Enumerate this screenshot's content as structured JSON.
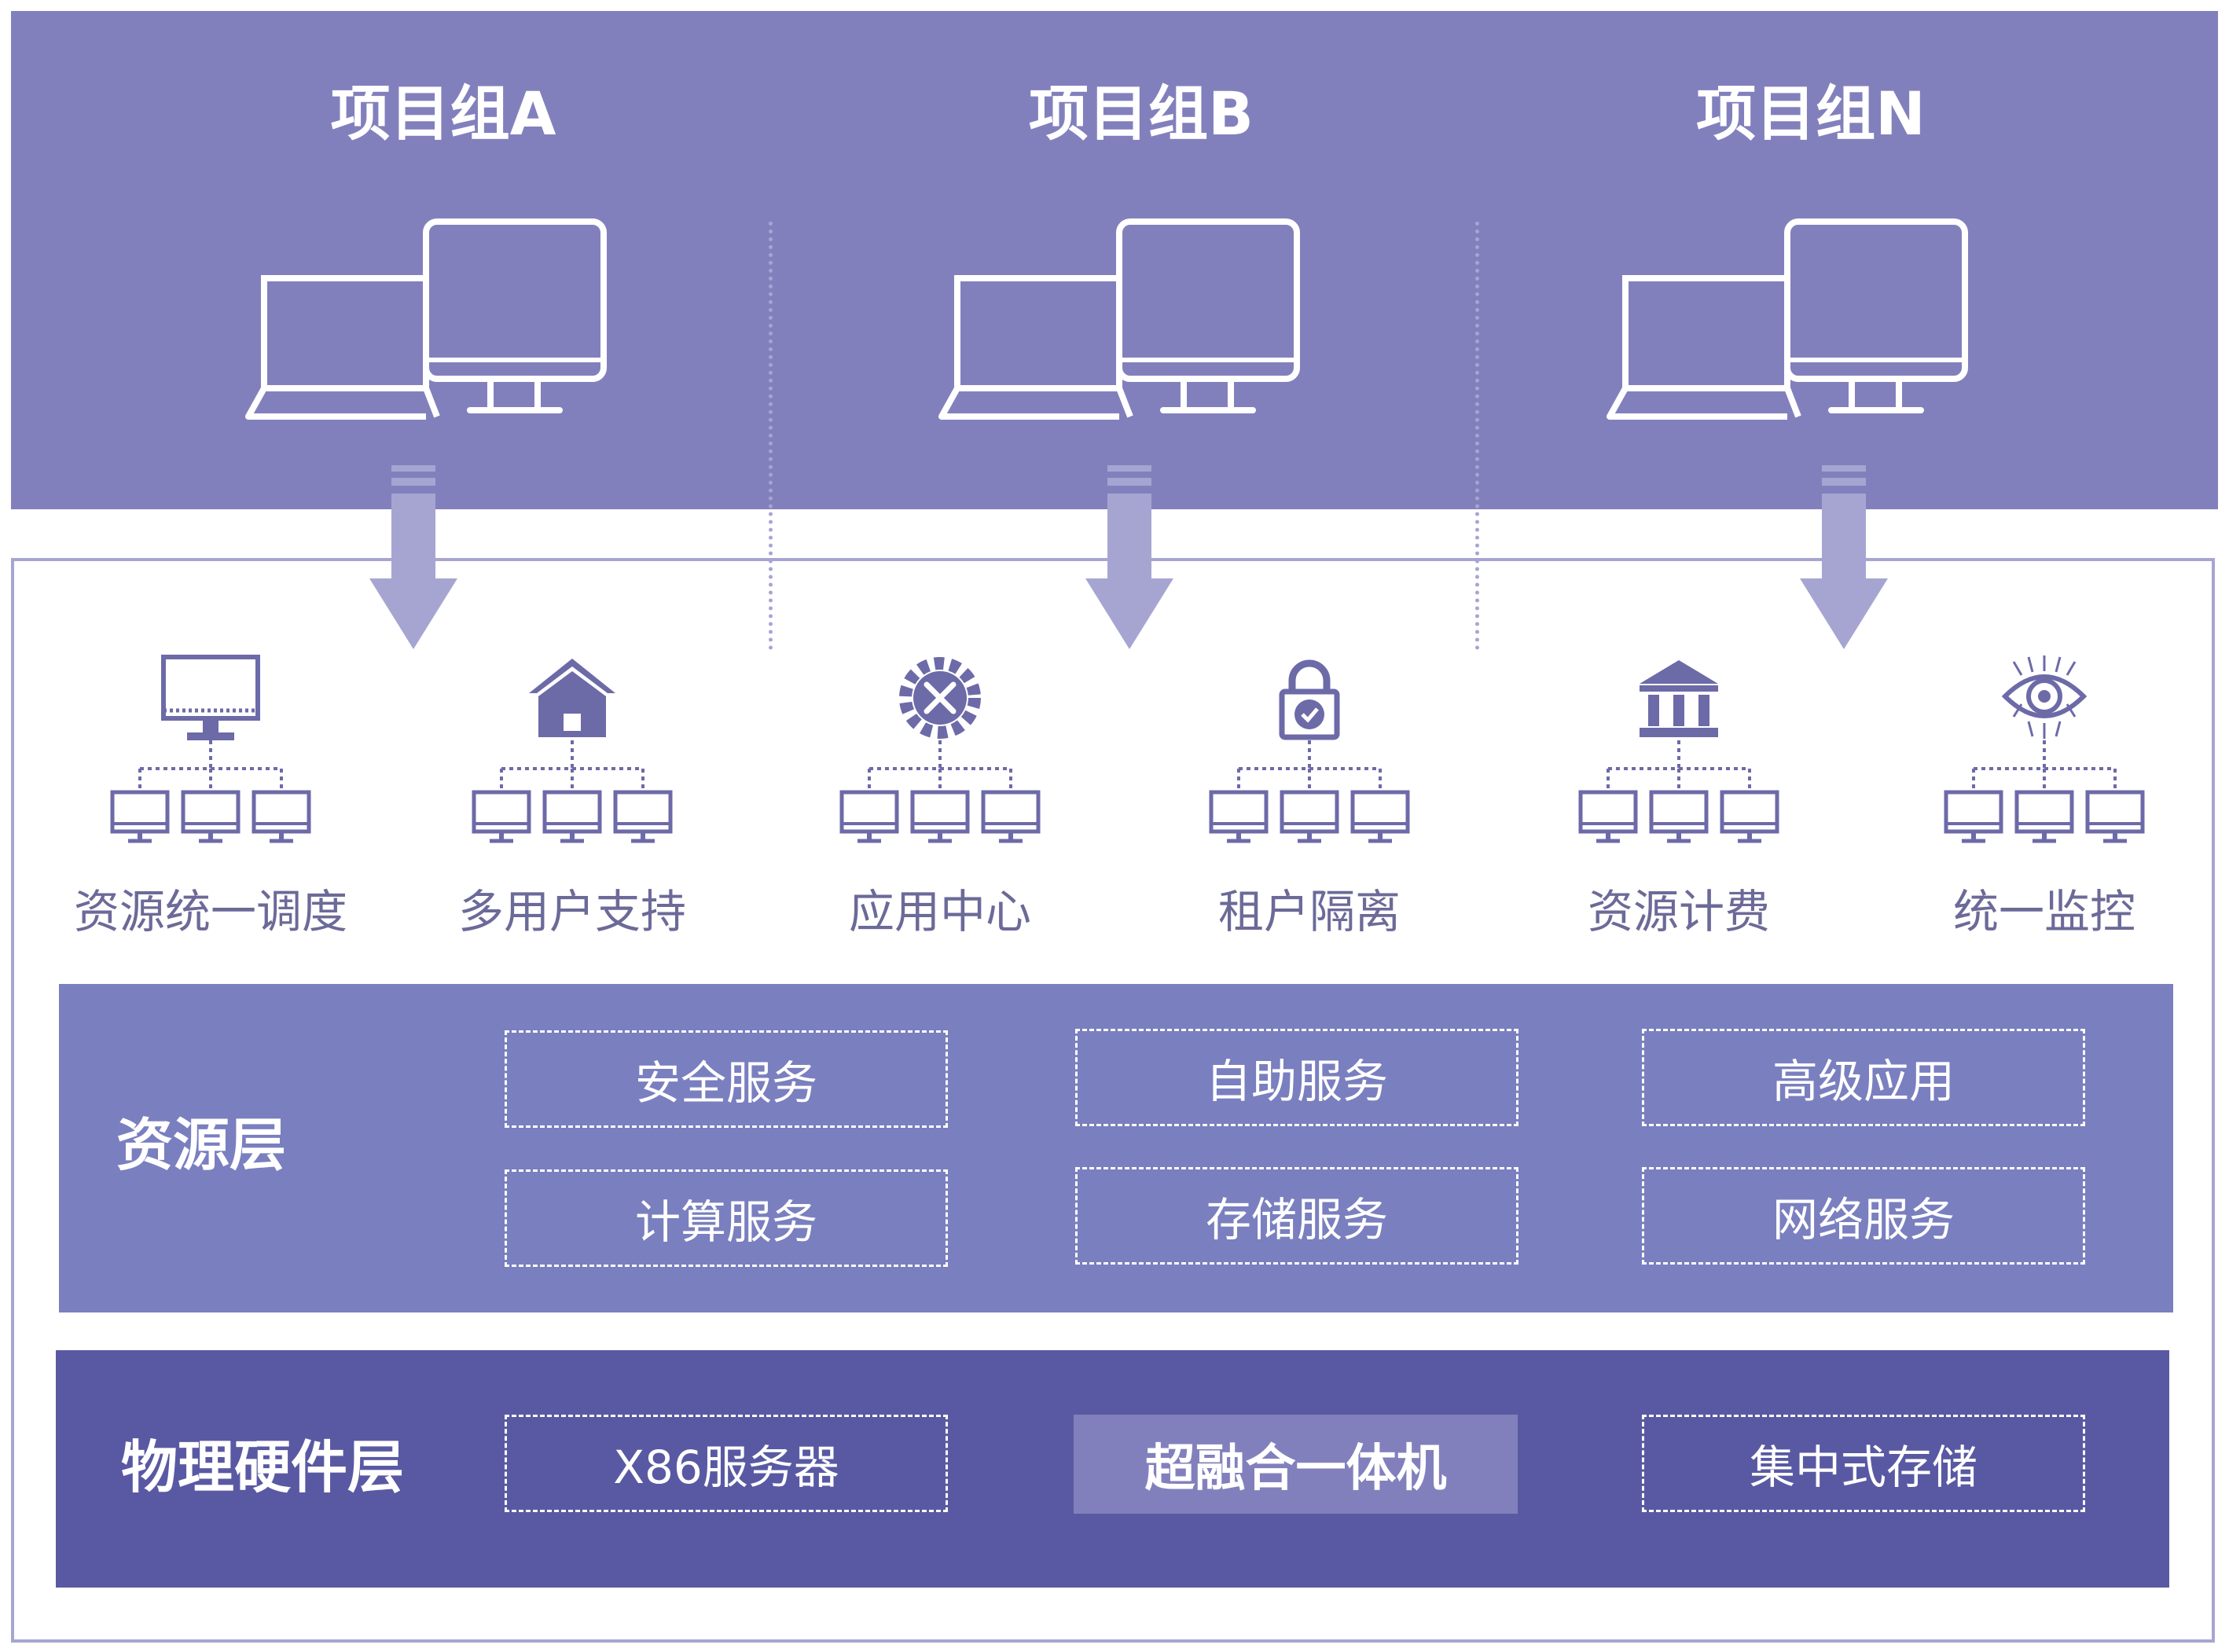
{
  "project_groups": [
    {
      "title": "项目组A",
      "device_icon": "laptop-and-monitor-icon"
    },
    {
      "title": "项目组B",
      "device_icon": "laptop-and-monitor-icon"
    },
    {
      "title": "项目组N",
      "device_icon": "laptop-and-monitor-icon"
    }
  ],
  "features": [
    {
      "label": "资源统一调度",
      "icon": "monitor-network-icon"
    },
    {
      "label": "多用户支持",
      "icon": "house-network-icon"
    },
    {
      "label": "应用中心",
      "icon": "gear-tools-network-icon"
    },
    {
      "label": "租户隔离",
      "icon": "padlock-network-icon"
    },
    {
      "label": "资源计费",
      "icon": "bank-network-icon"
    },
    {
      "label": "统一监控",
      "icon": "eye-network-icon"
    }
  ],
  "resource_layer": {
    "title": "资源层",
    "services": [
      "安全服务",
      "自助服务",
      "高级应用",
      "计算服务",
      "存储服务",
      "网络服务"
    ]
  },
  "hardware_layer": {
    "title": "物理硬件层",
    "items": [
      "X86服务器",
      "超融合一体机",
      "集中式存储"
    ]
  },
  "colors": {
    "top_band": "#8280bc",
    "arrow": "#a6a5d2",
    "icon": "#6d6aa8",
    "resource_panel": "#7a7fbf",
    "hardware_panel": "#5959a3",
    "highlight_box": "#8280bc"
  }
}
